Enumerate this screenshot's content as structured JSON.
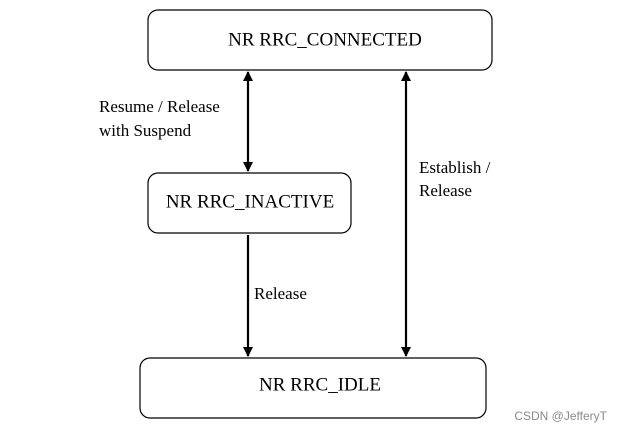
{
  "states": {
    "connected": "NR RRC_CONNECTED",
    "inactive": "NR RRC_INACTIVE",
    "idle": "NR RRC_IDLE"
  },
  "transitions": {
    "connected_inactive": {
      "line1": "Resume / Release",
      "line2": "with Suspend"
    },
    "inactive_idle": {
      "line1": "Release"
    },
    "connected_idle": {
      "line1": "Establish /",
      "line2": "Release"
    }
  },
  "watermark": "CSDN @JefferyT"
}
